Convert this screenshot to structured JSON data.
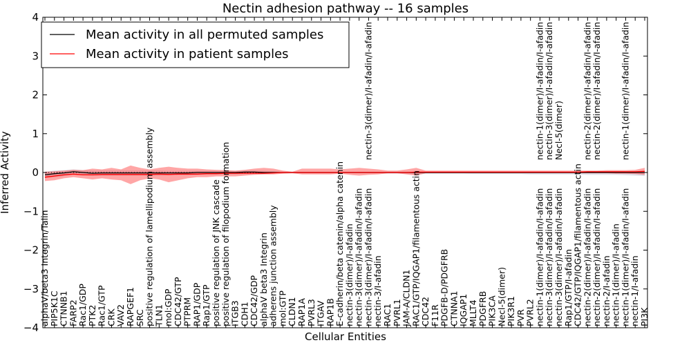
{
  "chart_data": {
    "type": "line",
    "title": "Nectin adhesion pathway -- 16 samples",
    "xlabel": "Cellular Entities",
    "ylabel": "Inferred Activity",
    "ylim": [
      -4,
      4
    ],
    "yticks": [
      -4,
      -3,
      -2,
      -1,
      0,
      1,
      2,
      3,
      4
    ],
    "ytick_labels": [
      "−4",
      "−3",
      "−2",
      "−1",
      "0",
      "1",
      "2",
      "3",
      "4"
    ],
    "legend_position": "upper-left",
    "grid": false,
    "categories": [
      "alphaV/beta3 Integrin/Talin",
      "PIP5K1C",
      "CTNNB1",
      "FARP2",
      "Rac1/GDP",
      "PTK2",
      "Rac1/GTP",
      "CRK",
      "VAV2",
      "RAPGEF1",
      "SRC",
      "positive regulation of lamellipodium assembly",
      "TLN1",
      "mol:GDP",
      "CDC42/GTP",
      "PTPRM",
      "RAP1/GDP",
      "Rap1/GTP",
      "positive regulation of JNK cascade",
      "positive regulation of filopodium formation",
      "ITGB3",
      "CDH1",
      "CDC42/GDP",
      "alphaV beta3 Integrin",
      "adherens junction assembly",
      "mol:GTP",
      "CLDN1",
      "RAP1A",
      "PVRL3",
      "ITGAV",
      "RAP1B",
      "E-cadherin/beta catenin/alpha catenin",
      "nectin-3(dimer)/I-afadin",
      "nectin-3(dimer)/I-afadin/I-afadin",
      "nectin-3(dimer)/I-afadin/I-afadin",
      "nectin-3/I-afadin",
      "RAC1",
      "PVRL1",
      "JAM-A/CLDN1",
      "RAC1/GTP/IQGAP1/filamentous actin",
      "CDC42",
      "F11R",
      "PDGFB-D/PDGFRB",
      "CTNNA1",
      "IQGAP1",
      "MLLT4",
      "PDGFRB",
      "PIK3CA",
      "Necl-5(dimer)",
      "PIK3R1",
      "PVR",
      "PVRL2",
      "nectin-1(dimer)/I-afadin/I-afadin",
      "nectin-3(dimer)/I-afadin/I-afadin",
      "nectin-3(dimer)/I-afadin/I-afadin",
      "Rap1/GTP/I-afadin",
      "CDC42/GTP/IQGAP1/filamentous actin",
      "nectin-2(dimer)/I-afadin/I-afadin",
      "nectin-2(dimer)/I-afadin/I-afadin",
      "nectin-2/I-afadin",
      "nectin-1(dimer)/I-afadin",
      "nectin-1(dimer)/I-afadin/I-afadin",
      "nectin-1/I-afadin",
      "PI3K"
    ],
    "upper_tick_labels": [
      "nectin-3(dimer)/I-afadin/I-afadin",
      "nectin-1(dimer)/I-afadin/I-afadin",
      "nectin-3(dimer)/I-afadin/I-afadin",
      "Necl-5(dimer)",
      "nectin-2(dimer)/I-afadin/I-afadin",
      "nectin-2(dimer)/I-afadin/I-afadin",
      "nectin-1(dimer)/I-afadin/I-afadin"
    ],
    "series": [
      {
        "name": "Mean activity in all permuted samples",
        "color": "#000000",
        "values": [
          -0.06,
          -0.03,
          -0.01,
          0.02,
          0.0,
          -0.02,
          -0.01,
          -0.01,
          -0.01,
          -0.01,
          -0.01,
          -0.01,
          -0.01,
          -0.01,
          -0.01,
          -0.01,
          0.0,
          0.0,
          0.0,
          0.0,
          0.0,
          0.01,
          0.01,
          0.0,
          0.0,
          0.0,
          0.0,
          0.0,
          0.0,
          0.0,
          0.0,
          0.0,
          0.0,
          0.0,
          0.0,
          0.0,
          0.0,
          0.0,
          0.0,
          0.0,
          0.0,
          0.0,
          0.0,
          0.0,
          0.0,
          0.0,
          0.0,
          0.0,
          0.0,
          0.0,
          0.0,
          0.0,
          0.0,
          0.0,
          0.0,
          0.0,
          0.0,
          0.0,
          0.0,
          0.0,
          0.0,
          0.0,
          0.0,
          0.0
        ]
      },
      {
        "name": "Mean activity in patient samples",
        "color": "#ff0000",
        "values": [
          -0.12,
          -0.09,
          -0.06,
          -0.04,
          -0.06,
          -0.06,
          -0.05,
          -0.05,
          -0.05,
          -0.05,
          -0.05,
          -0.05,
          -0.04,
          -0.05,
          -0.04,
          -0.04,
          -0.04,
          -0.03,
          -0.03,
          -0.02,
          -0.02,
          -0.02,
          -0.02,
          -0.02,
          -0.01,
          0.0,
          0.0,
          0.0,
          0.0,
          0.0,
          0.0,
          0.0,
          0.0,
          0.0,
          0.0,
          0.0,
          0.0,
          0.0,
          0.0,
          0.01,
          0.01,
          0.01,
          0.01,
          0.01,
          0.01,
          0.01,
          0.01,
          0.01,
          0.01,
          0.01,
          0.01,
          0.01,
          0.01,
          0.01,
          0.01,
          0.01,
          0.01,
          0.02,
          0.02,
          0.02,
          0.02,
          0.02,
          0.02,
          0.03
        ]
      }
    ],
    "bands": [
      {
        "color": "#8080a0",
        "opacity": 0.25,
        "upper": [
          0.02,
          0.05,
          0.06,
          0.08,
          0.06,
          0.05,
          0.05,
          0.05,
          0.05,
          0.05,
          0.05,
          0.05,
          0.05,
          0.04,
          0.04,
          0.04,
          0.04,
          0.04,
          0.04,
          0.04,
          0.04,
          0.05,
          0.05,
          0.04,
          0.03,
          0.02,
          0.02,
          0.02,
          0.02,
          0.02,
          0.02,
          0.02,
          0.02,
          0.02,
          0.02,
          0.02,
          0.02,
          0.02,
          0.02,
          0.02,
          0.02,
          0.02,
          0.02,
          0.02,
          0.02,
          0.02,
          0.02,
          0.02,
          0.02,
          0.02,
          0.02,
          0.02,
          0.02,
          0.02,
          0.02,
          0.02,
          0.02,
          0.02,
          0.02,
          0.02,
          0.02,
          0.02,
          0.02,
          0.02
        ],
        "lower": [
          -0.14,
          -0.12,
          -0.09,
          -0.05,
          -0.07,
          -0.08,
          -0.08,
          -0.08,
          -0.08,
          -0.08,
          -0.08,
          -0.08,
          -0.08,
          -0.07,
          -0.07,
          -0.07,
          -0.06,
          -0.05,
          -0.05,
          -0.05,
          -0.05,
          -0.04,
          -0.04,
          -0.04,
          -0.03,
          -0.02,
          -0.02,
          -0.02,
          -0.02,
          -0.02,
          -0.02,
          -0.02,
          -0.02,
          -0.02,
          -0.02,
          -0.02,
          -0.03,
          -0.03,
          -0.03,
          -0.03,
          -0.03,
          -0.03,
          -0.03,
          -0.03,
          -0.03,
          -0.04,
          -0.04,
          -0.04,
          -0.04,
          -0.04,
          -0.04,
          -0.05,
          -0.05,
          -0.05,
          -0.05,
          -0.05,
          -0.05,
          -0.06,
          -0.06,
          -0.06,
          -0.06,
          -0.07,
          -0.08,
          -0.09
        ]
      },
      {
        "color": "#ff0000",
        "opacity": 0.35,
        "upper": [
          0.02,
          0.03,
          0.05,
          0.07,
          0.06,
          0.1,
          0.08,
          0.12,
          0.08,
          0.18,
          0.12,
          0.08,
          0.12,
          0.15,
          0.12,
          0.1,
          0.1,
          0.08,
          0.07,
          0.06,
          0.05,
          0.07,
          0.1,
          0.12,
          0.1,
          0.05,
          0.02,
          0.1,
          0.1,
          0.1,
          0.1,
          0.08,
          0.1,
          0.12,
          0.1,
          0.08,
          0.05,
          0.05,
          0.08,
          0.12,
          0.05,
          0.05,
          0.05,
          0.05,
          0.05,
          0.05,
          0.05,
          0.05,
          0.05,
          0.05,
          0.05,
          0.05,
          0.05,
          0.05,
          0.05,
          0.05,
          0.05,
          0.05,
          0.05,
          0.06,
          0.06,
          0.06,
          0.07,
          0.12
        ],
        "lower": [
          -0.22,
          -0.2,
          -0.15,
          -0.12,
          -0.15,
          -0.18,
          -0.15,
          -0.18,
          -0.2,
          -0.3,
          -0.2,
          -0.15,
          -0.18,
          -0.25,
          -0.2,
          -0.15,
          -0.12,
          -0.12,
          -0.1,
          -0.1,
          -0.1,
          -0.08,
          -0.06,
          -0.05,
          -0.05,
          -0.03,
          -0.02,
          -0.05,
          -0.05,
          -0.05,
          -0.05,
          -0.03,
          -0.06,
          -0.08,
          -0.06,
          -0.05,
          -0.02,
          -0.02,
          -0.05,
          -0.08,
          -0.02,
          -0.02,
          -0.02,
          -0.02,
          -0.02,
          -0.02,
          -0.02,
          -0.02,
          -0.02,
          -0.02,
          -0.02,
          -0.02,
          -0.02,
          -0.02,
          -0.02,
          -0.02,
          -0.02,
          -0.02,
          -0.02,
          -0.02,
          -0.03,
          -0.03,
          -0.04,
          -0.06
        ]
      }
    ]
  }
}
